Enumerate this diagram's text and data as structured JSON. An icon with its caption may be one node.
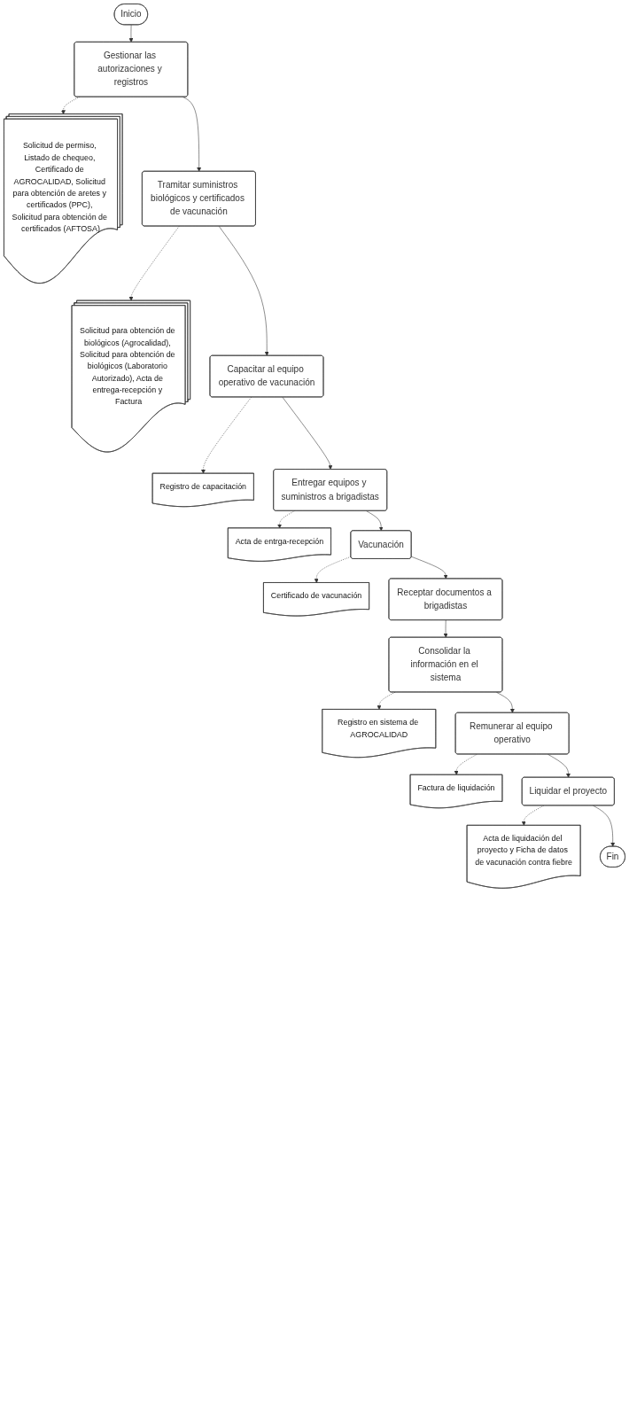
{
  "diagram": {
    "nodes": [
      {
        "text": [
          "Inicio"
        ]
      },
      {
        "text": [
          "Gestionar las autorizaciones y registros"
        ]
      },
      {
        "text": [
          "Solicitud de permiso, Listado de chequeo, Certificado de AGROCALIDAD, Solicitud para obtención de aretes y certificados (PPC), Solicitud para obtención de certificados (AFTOSA)"
        ]
      },
      {
        "text": [
          "Tramitar suministros biológicos y certificados de vacunación"
        ]
      },
      {
        "text": [
          "Solicitud para obtención de biológicos (Agrocalidad), Solicitud para obtención de biológicos (Laboratorio Autorizado), Acta de entrega-recepción y Factura"
        ]
      },
      {
        "text": [
          "Capacitar al equipo operativo de vacunación"
        ]
      },
      {
        "text": [
          "Registro de capacitación"
        ]
      },
      {
        "text": [
          "Entregar equipos y suministros a brigadistas"
        ]
      },
      {
        "text": [
          "Acta de entrga-recepción"
        ]
      },
      {
        "text": [
          "Vacunación"
        ]
      },
      {
        "text": [
          "Certificado de vacunación"
        ]
      },
      {
        "text": [
          "Receptar documentos a brigadistas"
        ]
      },
      {
        "text": [
          "Consolidar la información en el sistema"
        ]
      },
      {
        "text": [
          "Registro en sistema de AGROCALIDAD"
        ]
      },
      {
        "text": [
          "Remunerar al equipo operativo"
        ]
      },
      {
        "text": [
          "Factura de liquidación"
        ]
      },
      {
        "text": [
          "Liquidar el proyecto"
        ]
      },
      {
        "text": [
          "Acta de liquidación del proyecto y Ficha de datos de vacunación contra fiebre"
        ]
      },
      {
        "text": [
          "Fin"
        ]
      }
    ],
    "edges": [
      {
        "from": 0,
        "to": 1,
        "arrow": "to"
      },
      {
        "from": 1,
        "to": 2,
        "arrow": "to",
        "style": "dashed"
      },
      {
        "from": 1,
        "to": 3,
        "arrow": "to"
      },
      {
        "from": 3,
        "to": 4,
        "arrow": "to",
        "style": "dashed"
      },
      {
        "from": 3,
        "to": 5,
        "arrow": "to"
      },
      {
        "from": 5,
        "to": 6,
        "arrow": "to",
        "style": "dashed"
      },
      {
        "from": 5,
        "to": 7,
        "arrow": "to"
      },
      {
        "from": 7,
        "to": 8,
        "arrow": "to",
        "style": "dashed"
      },
      {
        "from": 7,
        "to": 9,
        "arrow": "to"
      },
      {
        "from": 9,
        "to": 10,
        "arrow": "to",
        "style": "dashed"
      },
      {
        "from": 9,
        "to": 11,
        "arrow": "to"
      },
      {
        "from": 11,
        "to": 12,
        "arrow": "to"
      },
      {
        "from": 12,
        "to": 13,
        "arrow": "to",
        "style": "dashed"
      },
      {
        "from": 12,
        "to": 14,
        "arrow": "to"
      },
      {
        "from": 14,
        "to": 15,
        "arrow": "to",
        "style": "dashed"
      },
      {
        "from": 14,
        "to": 16,
        "arrow": "to"
      },
      {
        "from": 16,
        "to": 17,
        "arrow": "to",
        "style": "dashed"
      },
      {
        "from": 16,
        "to": 18,
        "arrow": "to"
      }
    ]
  }
}
